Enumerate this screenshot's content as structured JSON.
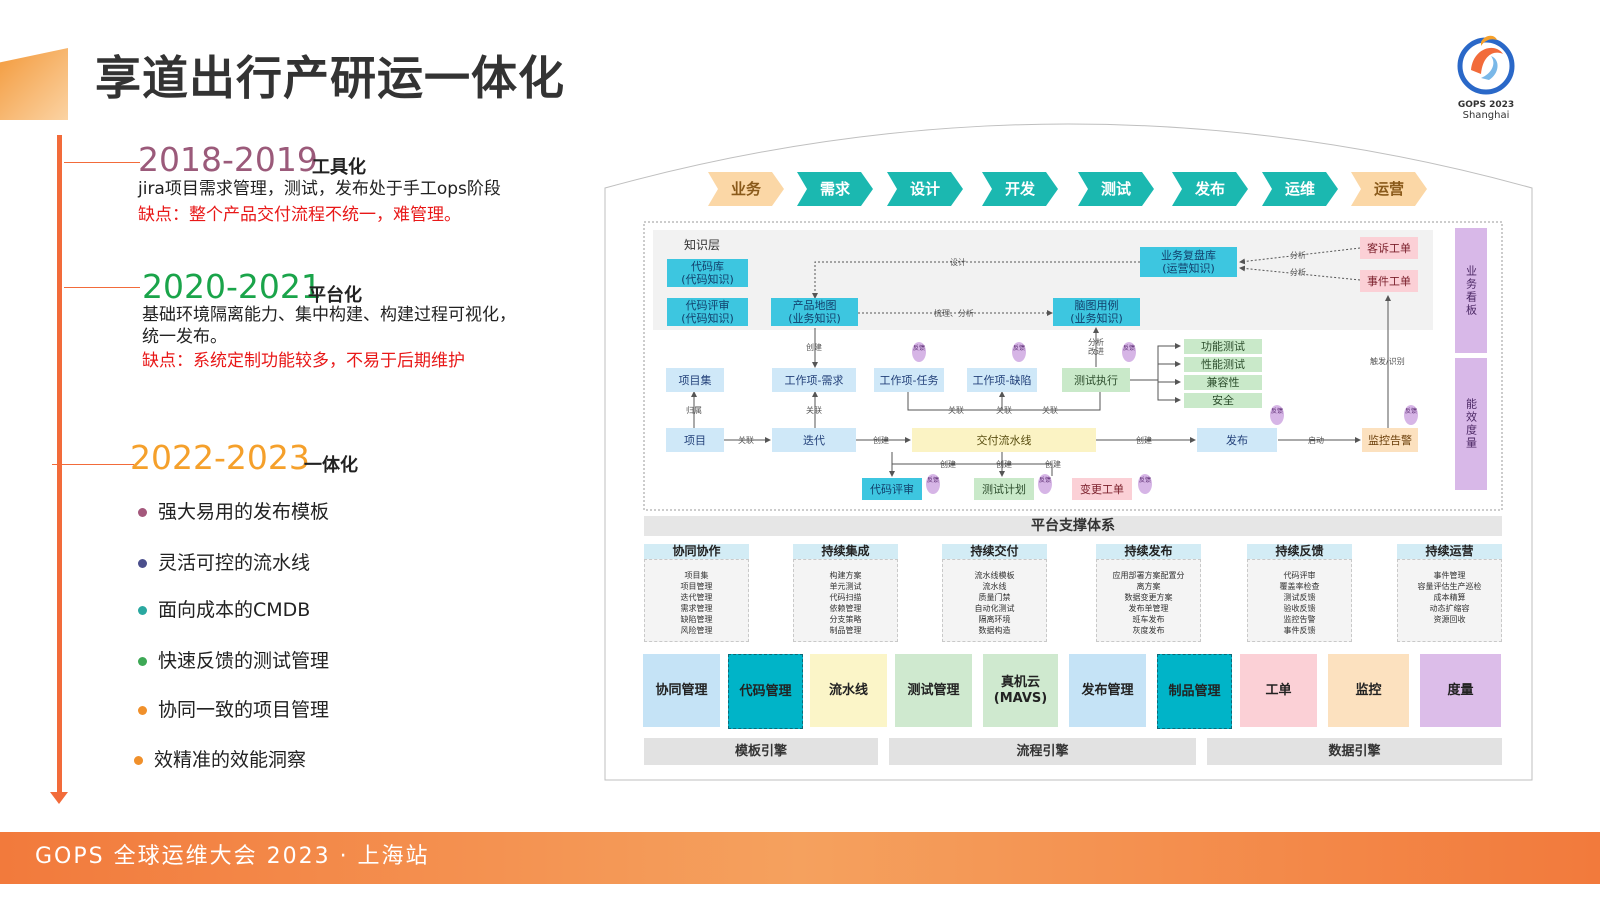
{
  "title": "享道出行产研运一体化",
  "logo": {
    "text": "GOPS 2023",
    "sub": "Shanghai"
  },
  "footer": "GOPS 全球运维大会 2023 · 上海站",
  "eras": [
    {
      "years": "2018-2019",
      "name": "工具化",
      "color": "#9b5a7a",
      "desc": [
        "jira项目需求管理，测试，发布处于手工ops阶段"
      ],
      "flaw": "缺点：整个产品交付流程不统一，难管理。"
    },
    {
      "years": "2020-2021",
      "name": "平台化",
      "color": "#1aa44a",
      "desc": [
        "基础环境隔离能力、集中构建、构建过程可视化，",
        "统一发布。"
      ],
      "flaw": "缺点：系统定制功能较多，不易于后期维护"
    },
    {
      "years": "2022-2023",
      "name": "一体化",
      "color": "#f5a02b"
    }
  ],
  "bullets": [
    {
      "text": "强大易用的发布模板",
      "color": "#a4587c"
    },
    {
      "text": "灵活可控的流水线",
      "color": "#4b4f8c"
    },
    {
      "text": "面向成本的CMDB",
      "color": "#2aa8a0"
    },
    {
      "text": "快速反馈的测试管理",
      "color": "#3da855"
    },
    {
      "text": "协同一致的项目管理",
      "color": "#f0902b"
    },
    {
      "text": "效精准的效能洞察",
      "color": "#f0902b"
    }
  ],
  "stages": [
    {
      "label": "业务",
      "color": "#fbd7a6"
    },
    {
      "label": "需求",
      "color": "#1bb8b0"
    },
    {
      "label": "设计",
      "color": "#1bb8b0"
    },
    {
      "label": "开发",
      "color": "#1bb8b0"
    },
    {
      "label": "测试",
      "color": "#1bb8b0"
    },
    {
      "label": "发布",
      "color": "#1bb8b0"
    },
    {
      "label": "运维",
      "color": "#1bb8b0"
    },
    {
      "label": "运营",
      "color": "#fbd7a6"
    }
  ],
  "diagram": {
    "knowledge_layer": "知识层",
    "code_repo": "代码库\n(代码知识)",
    "code_review_k": "代码评审\n(代码知识)",
    "product_map": "产品地图\n(业务知识)",
    "mind_case": "脑图用例\n(业务知识)",
    "biz_review": "业务复盘库\n(运营知识)",
    "complaint": "客诉工单",
    "incident": "事件工单",
    "side_board": "业务看板",
    "side_metric": "能效度量",
    "project_set": "项目集",
    "project": "项目",
    "work_req": "工作项-需求",
    "iteration": "迭代",
    "work_task": "工作项-任务",
    "work_bug": "工作项-缺陷",
    "test_exec": "测试执行",
    "func_test": "功能测试",
    "perf_test": "性能测试",
    "compat": "兼容性",
    "security": "安全",
    "pipeline": "交付流水线",
    "release": "发布",
    "monitor": "监控告警",
    "code_review": "代码评审",
    "test_plan": "测试计划",
    "change_order": "变更工单",
    "lbl_design": "设计",
    "lbl_analysis": "分析",
    "lbl_comb": "梳理、分析",
    "lbl_create": "创建",
    "lbl_relate": "关联",
    "lbl_belong": "归属",
    "lbl_start": "启动",
    "lbl_trigger": "触发/识别",
    "lbl_improve": "分析\n改进",
    "lbl_feedback": "反馈",
    "platform_title": "平台支撑体系"
  },
  "pillars": [
    {
      "title": "协同协作",
      "items": [
        "项目集",
        "项目管理",
        "迭代管理",
        "需求管理",
        "缺陷管理",
        "风险管理"
      ]
    },
    {
      "title": "持续集成",
      "items": [
        "构建方案",
        "单元测试",
        "代码扫描",
        "依赖管理",
        "分支策略",
        "制品管理"
      ]
    },
    {
      "title": "持续交付",
      "items": [
        "流水线模板",
        "流水线",
        "质量门禁",
        "自动化测试",
        "隔离环境",
        "数据构造"
      ]
    },
    {
      "title": "持续发布",
      "items": [
        "应用部署方案配置分",
        "离方案",
        "数据变更方案",
        "发布单管理",
        "班车发布",
        "灰度发布"
      ]
    },
    {
      "title": "持续反馈",
      "items": [
        "代码评审",
        "覆盖率检查",
        "测试反馈",
        "验收反馈",
        "监控告警",
        "事件反馈"
      ]
    },
    {
      "title": "持续运营",
      "items": [
        "事件管理",
        "容量评估生产巡检",
        "成本精算",
        "动态扩缩容",
        "资源回收"
      ]
    }
  ],
  "tools": [
    {
      "label": "协同管理",
      "color": "#c5e3f6"
    },
    {
      "label": "代码管理",
      "color": "#00b4c8"
    },
    {
      "label": "流水线",
      "color": "#fbf5c8"
    },
    {
      "label": "测试管理",
      "color": "#cfe9cf"
    },
    {
      "label": "真机云\n(MAVS)",
      "color": "#cfe9cf"
    },
    {
      "label": "发布管理",
      "color": "#c5e3f6"
    },
    {
      "label": "制品管理",
      "color": "#00b4c8"
    },
    {
      "label": "工单",
      "color": "#fbd0d6"
    },
    {
      "label": "监控",
      "color": "#fce1bf"
    },
    {
      "label": "度量",
      "color": "#dcbde9"
    }
  ],
  "engines": [
    "模板引擎",
    "流程引擎",
    "数据引擎"
  ]
}
